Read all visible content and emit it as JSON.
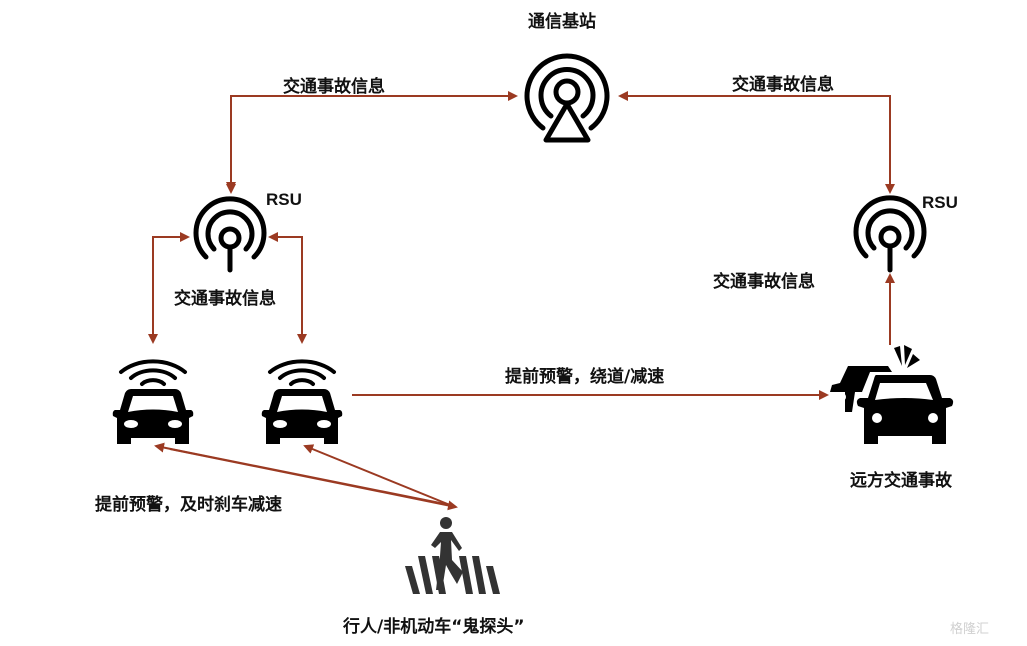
{
  "nodes": {
    "base_station": {
      "label": "通信基站",
      "icon": "cell-tower-icon"
    },
    "rsu_left": {
      "label": "RSU",
      "icon": "rsu-antenna-icon"
    },
    "rsu_right": {
      "label": "RSU",
      "icon": "rsu-antenna-icon"
    },
    "car_left": {
      "icon": "connected-car-icon"
    },
    "car_right": {
      "icon": "connected-car-icon"
    },
    "accident": {
      "label": "远方交通事故",
      "icon": "car-crash-icon"
    },
    "pedestrian": {
      "label": "行人/非机动车“鬼探头”",
      "icon": "pedestrian-crossing-icon"
    }
  },
  "edges": {
    "rsu_left_to_base": "交通事故信息",
    "rsu_right_to_base": "交通事故信息",
    "rsu_left_to_cars": "交通事故信息",
    "rsu_right_to_accident": "交通事故信息",
    "car_to_accident": "提前预警，绕道/减速",
    "cars_to_pedestrian": "提前预警，及时刹车减速"
  },
  "colors": {
    "arrow": "#9b3a22",
    "icon": "#000000"
  },
  "watermark": "格隆汇"
}
